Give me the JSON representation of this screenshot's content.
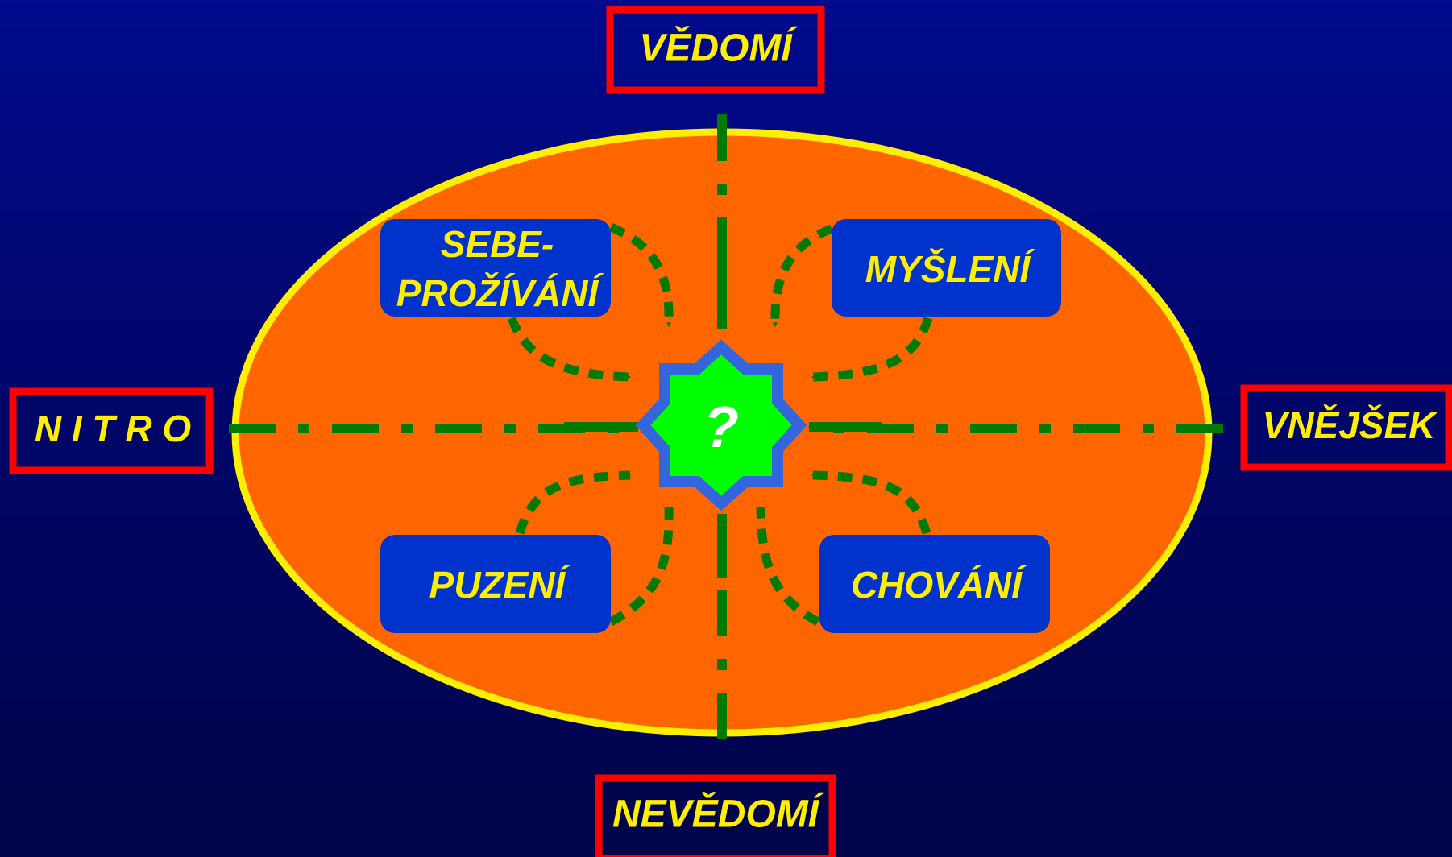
{
  "axes": {
    "top_label": "VĚDOMÍ",
    "bottom_label": "NEVĚDOMÍ",
    "left_label": "N I T R O",
    "right_label": "VNĚJŠEK"
  },
  "boxes": {
    "top_left_line1": "SEBE-",
    "top_left_line2": "PROŽÍVÁNÍ",
    "top_right": "MYŠLENÍ",
    "bottom_left": "PUZENÍ",
    "bottom_right": "CHOVÁNÍ"
  },
  "center": {
    "label": "?"
  },
  "colors": {
    "background_top": "#000a8c",
    "background_bottom": "#000448",
    "ellipse_fill": "#ff6600",
    "ellipse_border": "#ffee00",
    "box_fill": "#0033cc",
    "text_yellow": "#ffee00",
    "frame_red": "#ff0000",
    "arrow_green": "#007a00",
    "star_fill": "#00ff00",
    "star_border": "#3366dd"
  }
}
